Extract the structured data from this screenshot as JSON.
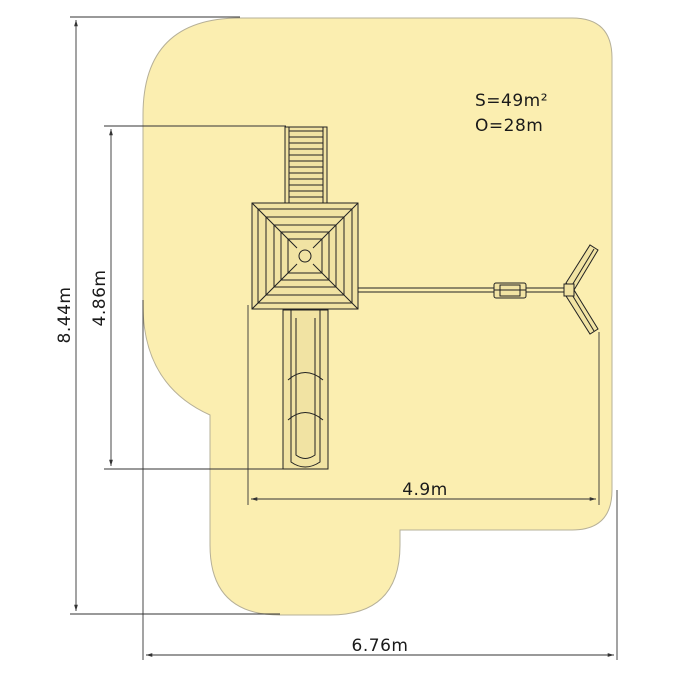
{
  "colors": {
    "safety_zone": "#fbeeb0",
    "safety_zone_outline": "#b6b098",
    "equipment_fill": "#f1e3a3",
    "line": "#222222"
  },
  "info": {
    "area_label": "S=49m²",
    "perimeter_label": "O=28m"
  },
  "dimensions": {
    "total_height": "8.44m",
    "structure_height": "4.86m",
    "swing_span": "4.9m",
    "total_width": "6.76m"
  }
}
